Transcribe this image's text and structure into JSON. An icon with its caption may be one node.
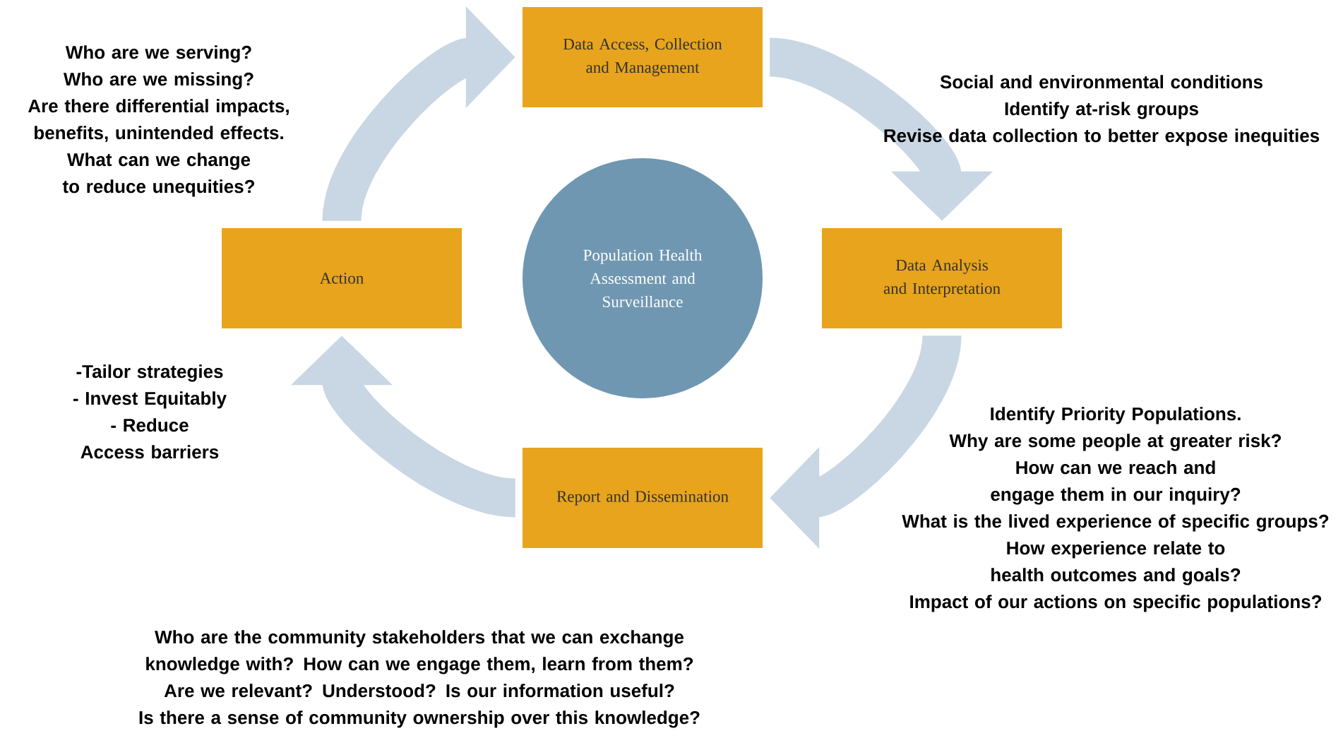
{
  "diagram": {
    "nodes": [
      {
        "text": [
          "Data Access, Collection and Management"
        ]
      },
      {
        "text": [
          "Action"
        ]
      },
      {
        "text": [
          "Population Health Assessment and Surveillance"
        ]
      },
      {
        "text": [
          "Data Analysis and Interpretation"
        ]
      },
      {
        "text": [
          "Report and Dissemination"
        ]
      }
    ],
    "edges": [
      {
        "from": 1,
        "to": 0,
        "arrow": "to"
      },
      {
        "from": 0,
        "to": 3,
        "arrow": "to"
      },
      {
        "from": 3,
        "to": 4,
        "arrow": "to"
      },
      {
        "from": 4,
        "to": 1,
        "arrow": "to"
      }
    ],
    "labels": [
      "Who are we serving? Who are we missing?",
      "Are there differential impacts, benefits, unintended effects. What can we change to reduce unequities?",
      "Social and environmental conditions",
      "Identify at-risk groups",
      "Revise data collection to better expose inequities",
      "-Tailor strategies",
      "- Invest Equitably",
      "- Reduce Access barriers",
      "Identify Priority Populations.",
      "Why are some people at greater risk?",
      "How can we reach and engage them in our inquiry?",
      "What is the lived experience of specific groups?",
      "How experience relate to health outcomes and goals?",
      "Impact of our actions on specific populations?",
      "Who are the community stakeholders that we can exchange knowledge with? How can we engage them, learn from them?",
      "Are we relevant? Understood? Is our information useful?",
      "Is there a sense of community ownership over this knowledge?"
    ]
  }
}
